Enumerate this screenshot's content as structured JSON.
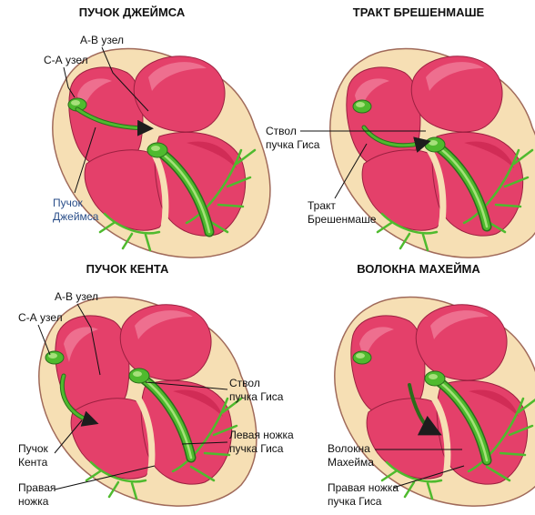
{
  "colors": {
    "wall_fill": "#f6dfb4",
    "wall_stroke": "#a06a5a",
    "chamber": "#e4406a",
    "chamber_shade": "#c9234f",
    "chamber_light": "#f07a98",
    "conduction": "#4fba2e",
    "conduction_light": "#a6e07a",
    "pathway_dark": "#2a6e1a",
    "label_text": "#111111",
    "label_blue": "#2b4f8a"
  },
  "panels": [
    {
      "title": "ПУЧОК ДЖЕЙМСА",
      "labels": [
        {
          "text": "А-В узел"
        },
        {
          "text": "С-А узел"
        },
        {
          "lines": [
            "Пучок",
            "Джеймса"
          ]
        }
      ]
    },
    {
      "title": "ТРАКТ БРЕШЕНМАШЕ",
      "labels": [
        {
          "lines": [
            "Ствол",
            "пучка Гиса"
          ]
        },
        {
          "lines": [
            "Тракт",
            "Брешенмаше"
          ]
        }
      ]
    },
    {
      "title": "ПУЧОК КЕНТА",
      "labels": [
        {
          "text": "А-В узел"
        },
        {
          "text": "С-А узел"
        },
        {
          "lines": [
            "Ствол",
            "пучка Гиса"
          ]
        },
        {
          "lines": [
            "Левая ножка",
            "пучка Гиса"
          ]
        },
        {
          "lines": [
            "Пучок",
            "Кента"
          ]
        },
        {
          "lines": [
            "Правая",
            "ножка"
          ]
        }
      ]
    },
    {
      "title": "ВОЛОКНА МАХЕЙМА",
      "labels": [
        {
          "lines": [
            "Волокна",
            "Махейма"
          ]
        },
        {
          "lines": [
            "Правая ножка",
            "пучка Гиса"
          ]
        }
      ]
    }
  ]
}
